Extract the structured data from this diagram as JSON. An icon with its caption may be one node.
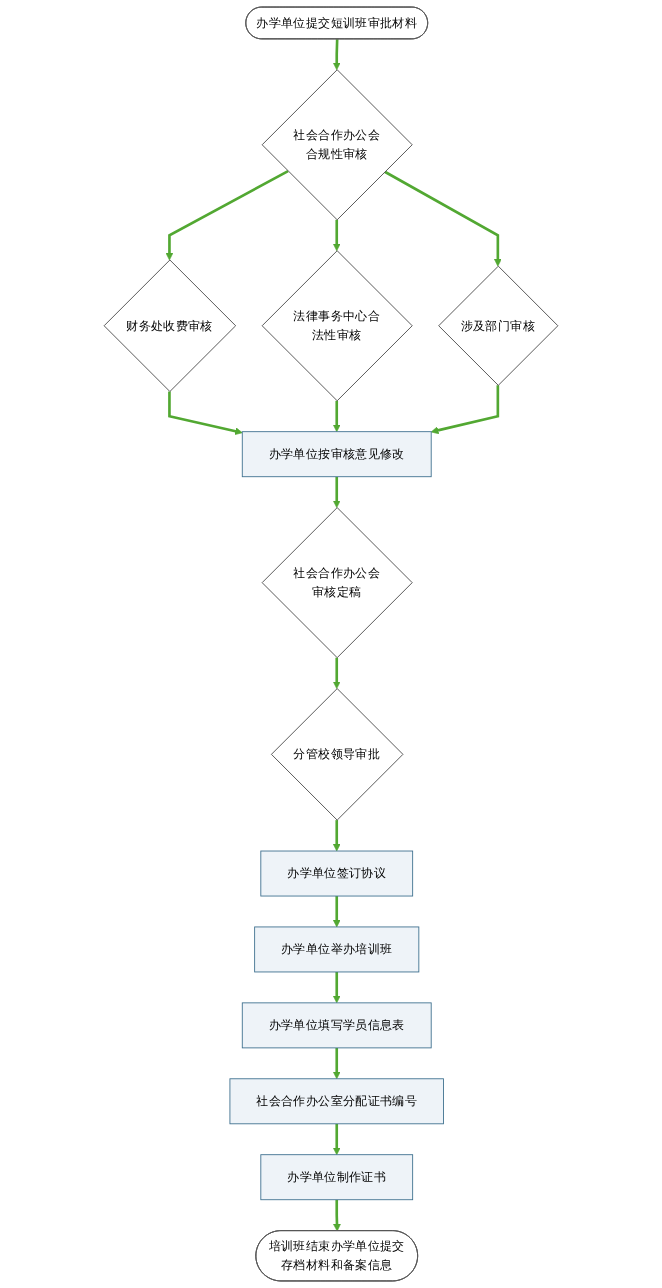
{
  "diagram": {
    "nodes": [
      {
        "text": [
          "办学单位提交短训班审批材料"
        ]
      },
      {
        "text": [
          "社会合作办公会合规性审核"
        ]
      },
      {
        "text": [
          "财务处收费审核"
        ]
      },
      {
        "text": [
          "法律事务中心合法性审核"
        ]
      },
      {
        "text": [
          "涉及部门审核"
        ]
      },
      {
        "text": [
          "办学单位按审核意见修改"
        ]
      },
      {
        "text": [
          "社会合作办公会审核定稿"
        ]
      },
      {
        "text": [
          "分管校领导审批"
        ]
      },
      {
        "text": [
          "办学单位签订协议"
        ]
      },
      {
        "text": [
          "办学单位举办培训班"
        ]
      },
      {
        "text": [
          "办学单位填写学员信息表"
        ]
      },
      {
        "text": [
          "社会合作办公室分配证书编号"
        ]
      },
      {
        "text": [
          "办学单位制作证书"
        ]
      },
      {
        "text": [
          "培训班结束办学单位提交存档材料和备案信息"
        ]
      }
    ],
    "edges": [
      {
        "from": 0,
        "to": 1,
        "arrow": "to"
      },
      {
        "from": 1,
        "to": 2,
        "arrow": "to"
      },
      {
        "from": 1,
        "to": 3,
        "arrow": "to"
      },
      {
        "from": 1,
        "to": 4,
        "arrow": "to"
      },
      {
        "from": 2,
        "to": 5,
        "arrow": "to"
      },
      {
        "from": 3,
        "to": 5,
        "arrow": "to"
      },
      {
        "from": 4,
        "to": 5,
        "arrow": "to"
      },
      {
        "from": 5,
        "to": 6,
        "arrow": "to"
      },
      {
        "from": 6,
        "to": 7,
        "arrow": "to"
      },
      {
        "from": 7,
        "to": 8,
        "arrow": "to"
      },
      {
        "from": 8,
        "to": 9,
        "arrow": "to"
      },
      {
        "from": 9,
        "to": 10,
        "arrow": "to"
      },
      {
        "from": 10,
        "to": 11,
        "arrow": "to"
      },
      {
        "from": 11,
        "to": 12,
        "arrow": "to"
      },
      {
        "from": 12,
        "to": 13,
        "arrow": "to"
      }
    ]
  }
}
